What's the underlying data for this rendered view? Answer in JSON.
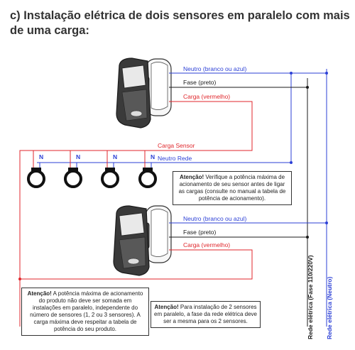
{
  "title": "c) Instalação elétrica de dois sensores em paralelo com mais de uma carga:",
  "colors": {
    "neutral": "#2b3fd6",
    "phase": "#1a1a1a",
    "load": "#e0262b"
  },
  "sensor_top": {
    "neutro_label": "Neutro (branco ou azul)",
    "fase_label": "Fase (preto)",
    "carga_label": "Carga (vermelho)"
  },
  "sensor_bottom": {
    "neutro_label": "Neutro (branco ou azul)",
    "fase_label": "Fase (preto)",
    "carga_label": "Carga (vermelho)"
  },
  "bus": {
    "carga_sensor_label": "Carga Sensor",
    "neutro_rede_label": "Neutro Rede"
  },
  "lamps": [
    {
      "terminal_label": "N"
    },
    {
      "terminal_label": "N"
    },
    {
      "terminal_label": "N"
    },
    {
      "terminal_label": "N"
    }
  ],
  "rails": {
    "fase_label": "Rede elétrica (Fase 110/220V)",
    "neutro_label": "Rede elétrica (Neutro)"
  },
  "notes": {
    "power_check": {
      "lead": "Atenção!",
      "text": " Verifique a potência máxima de acionamento de seu sensor antes de ligar as cargas (consulte no manual a tabela de potência de acionamento)."
    },
    "max_power": {
      "lead": "Atenção!",
      "text": " A potência máxima de acionamento do produto não deve ser somada em instalações em paralelo, independente do número de sensores (1, 2 ou 3 sensores). A carga máxima deve respeitar a tabela de potência do seu produto."
    },
    "same_phase": {
      "lead": "Atenção!",
      "text": " Para instalação de 2 sensores em paralelo, a fase da rede elétrica deve ser a mesma para os 2 sensores."
    }
  }
}
